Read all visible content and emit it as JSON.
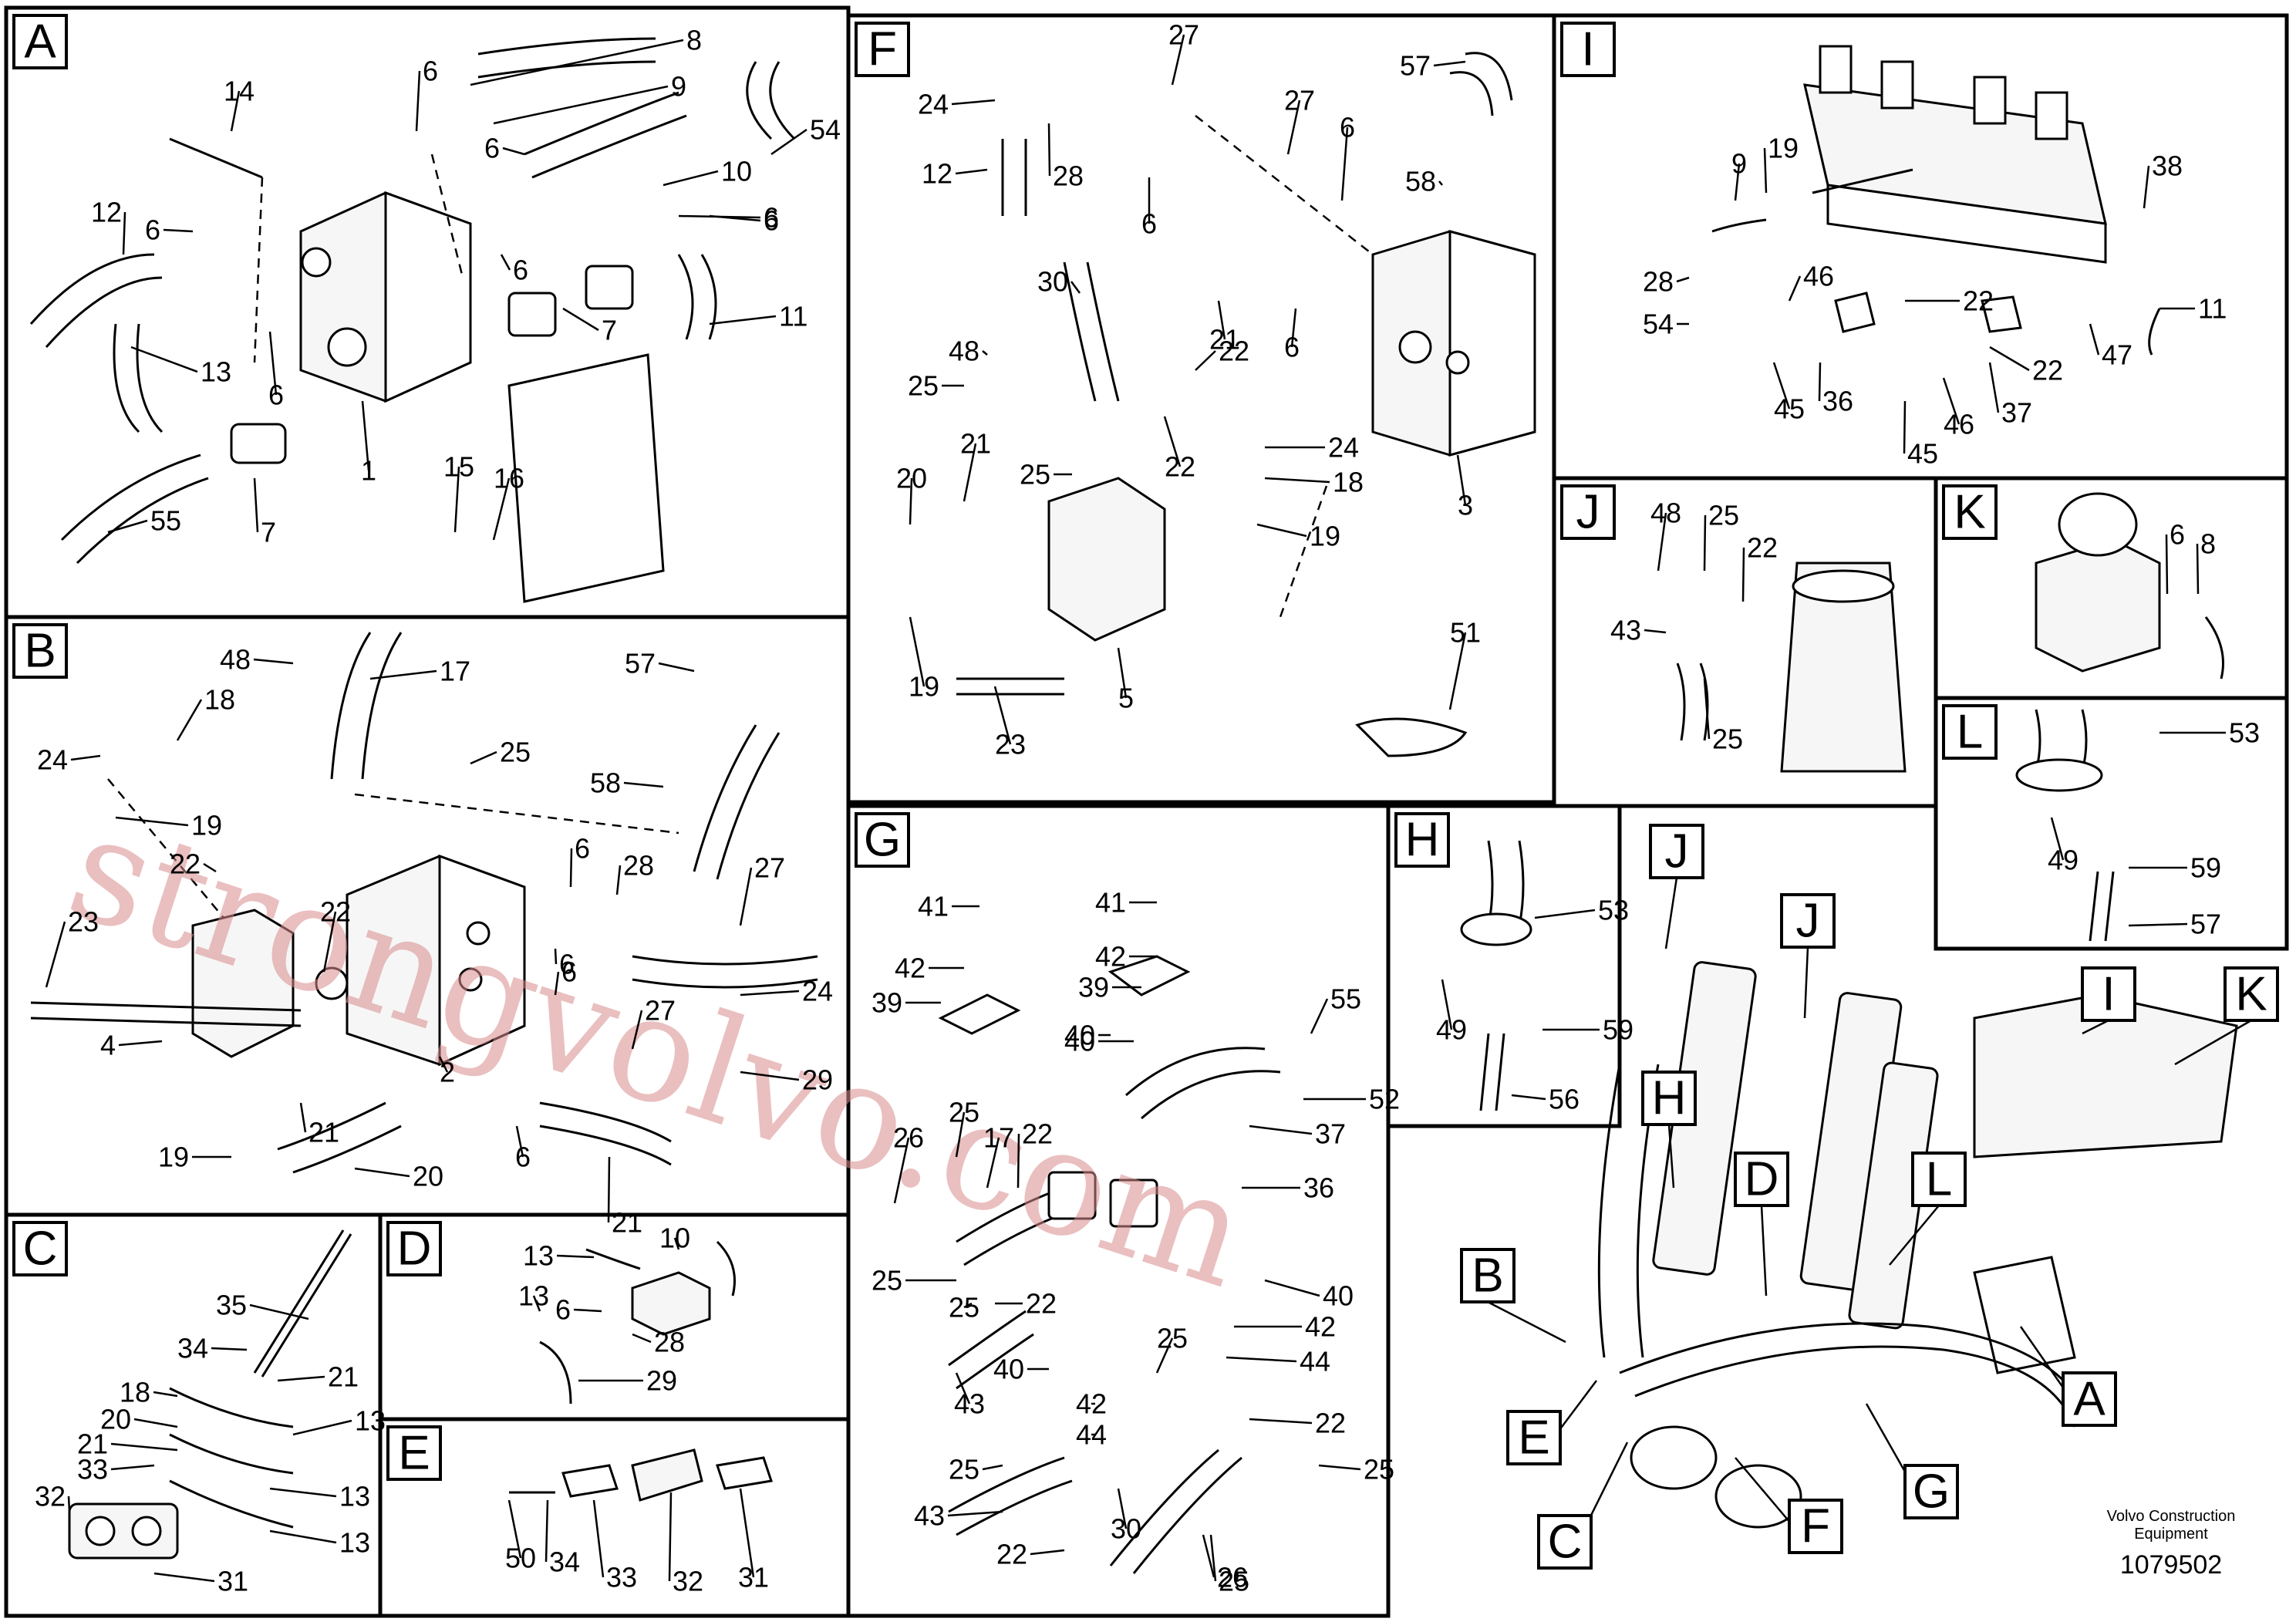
{
  "panels": [
    {
      "id": "A",
      "label": "A",
      "callouts": [
        "8",
        "9",
        "6",
        "6",
        "6",
        "14",
        "12",
        "6",
        "10",
        "54",
        "6",
        "6",
        "6",
        "13",
        "11",
        "7",
        "7",
        "55",
        "1",
        "15",
        "16"
      ]
    },
    {
      "id": "B",
      "label": "B",
      "callouts": [
        "48",
        "17",
        "57",
        "18",
        "24",
        "19",
        "22",
        "25",
        "58",
        "23",
        "22",
        "28",
        "27",
        "6",
        "4",
        "6",
        "24",
        "2",
        "6",
        "27",
        "29",
        "19",
        "21",
        "20",
        "6",
        "21"
      ]
    },
    {
      "id": "C",
      "label": "C",
      "callouts": [
        "35",
        "34",
        "21",
        "18",
        "20",
        "13",
        "21",
        "33",
        "13",
        "32",
        "13",
        "31"
      ]
    },
    {
      "id": "D",
      "label": "D",
      "callouts": [
        "13",
        "10",
        "13",
        "6",
        "28",
        "29"
      ]
    },
    {
      "id": "E",
      "label": "E",
      "callouts": [
        "50",
        "34",
        "33",
        "32",
        "31"
      ]
    },
    {
      "id": "F",
      "label": "F",
      "callouts": [
        "27",
        "57",
        "24",
        "28",
        "27",
        "6",
        "58",
        "12",
        "6",
        "30",
        "21",
        "6",
        "48",
        "25",
        "22",
        "24",
        "25",
        "22",
        "18",
        "21",
        "20",
        "19",
        "3",
        "19",
        "23",
        "5",
        "51"
      ]
    },
    {
      "id": "G",
      "label": "G",
      "callouts": [
        "41",
        "41",
        "42",
        "42",
        "39",
        "39",
        "40",
        "40",
        "55",
        "52",
        "37",
        "26",
        "25",
        "17",
        "22",
        "36",
        "25",
        "22",
        "40",
        "42",
        "44",
        "25",
        "40",
        "43",
        "42",
        "44",
        "25",
        "22",
        "25",
        "43",
        "25",
        "22",
        "30",
        "26",
        "25"
      ]
    },
    {
      "id": "H",
      "label": "H",
      "callouts": [
        "53",
        "49",
        "59",
        "56"
      ]
    },
    {
      "id": "I",
      "label": "I",
      "callouts": [
        "9",
        "19",
        "38",
        "28",
        "46",
        "22",
        "11",
        "54",
        "45",
        "36",
        "37",
        "22",
        "47",
        "45",
        "46"
      ]
    },
    {
      "id": "J",
      "label": "J",
      "callouts": [
        "48",
        "25",
        "22",
        "43",
        "25"
      ]
    },
    {
      "id": "K",
      "label": "K",
      "callouts": [
        "6",
        "8"
      ]
    },
    {
      "id": "L",
      "label": "L",
      "callouts": [
        "53",
        "49",
        "59",
        "57"
      ]
    }
  ],
  "overview_tags": [
    "J",
    "J",
    "H",
    "I",
    "K",
    "D",
    "L",
    "B",
    "E",
    "A",
    "C",
    "F",
    "G"
  ],
  "footer": {
    "credit_line1": "Volvo Construction",
    "credit_line2": "Equipment",
    "doc_number": "1079502"
  },
  "watermark": {
    "text": "strongvolvo.com",
    "color": "#d98c8c"
  }
}
